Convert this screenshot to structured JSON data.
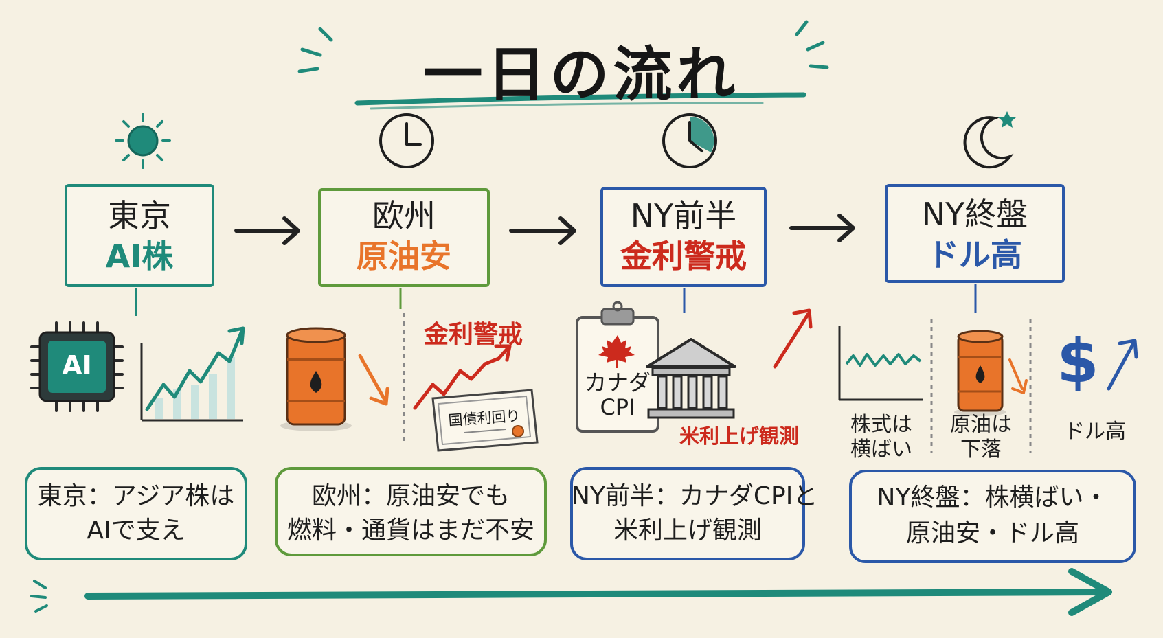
{
  "title": "一日の流れ",
  "colors": {
    "teal": "#1f8a7a",
    "green": "#5f9a3c",
    "blue": "#2b58a8",
    "orange": "#e8742a",
    "red": "#cc2a1d",
    "ink": "#1e1e1e",
    "paper": "#f6f1e3"
  },
  "stages": [
    {
      "icon": "sun-icon",
      "label": "東京",
      "sub": "AI株",
      "caption_line1": "東京：アジア株は",
      "caption_line2": "AIで支え"
    },
    {
      "icon": "clock-icon",
      "label": "欧州",
      "sub": "原油安",
      "caption_line1": "欧州：原油安でも",
      "caption_line2": "燃料・通貨はまだ不安"
    },
    {
      "icon": "clock-icon",
      "label": "NY前半",
      "sub": "金利警戒",
      "caption_line1": "NY前半：カナダCPIと",
      "caption_line2": "米利上げ観測"
    },
    {
      "icon": "moon-star-icon",
      "label": "NY終盤",
      "sub": "ドル高",
      "caption_line1": "NY終盤：株横ばい・",
      "caption_line2": "原油安・ドル高"
    }
  ],
  "illustrations": {
    "ai_chip": "AI",
    "yields_title": "金利警戒",
    "bond_label": "国債利回り",
    "clipboard_line1": "カナダ",
    "clipboard_line2": "CPI",
    "rate_hike": "米利上げ観測",
    "stocks_flat_line1": "株式は",
    "stocks_flat_line2": "横ばい",
    "oil_down_line1": "原油は",
    "oil_down_line2": "下落",
    "dollar_sign": "$",
    "dollar_high": "ドル高"
  }
}
